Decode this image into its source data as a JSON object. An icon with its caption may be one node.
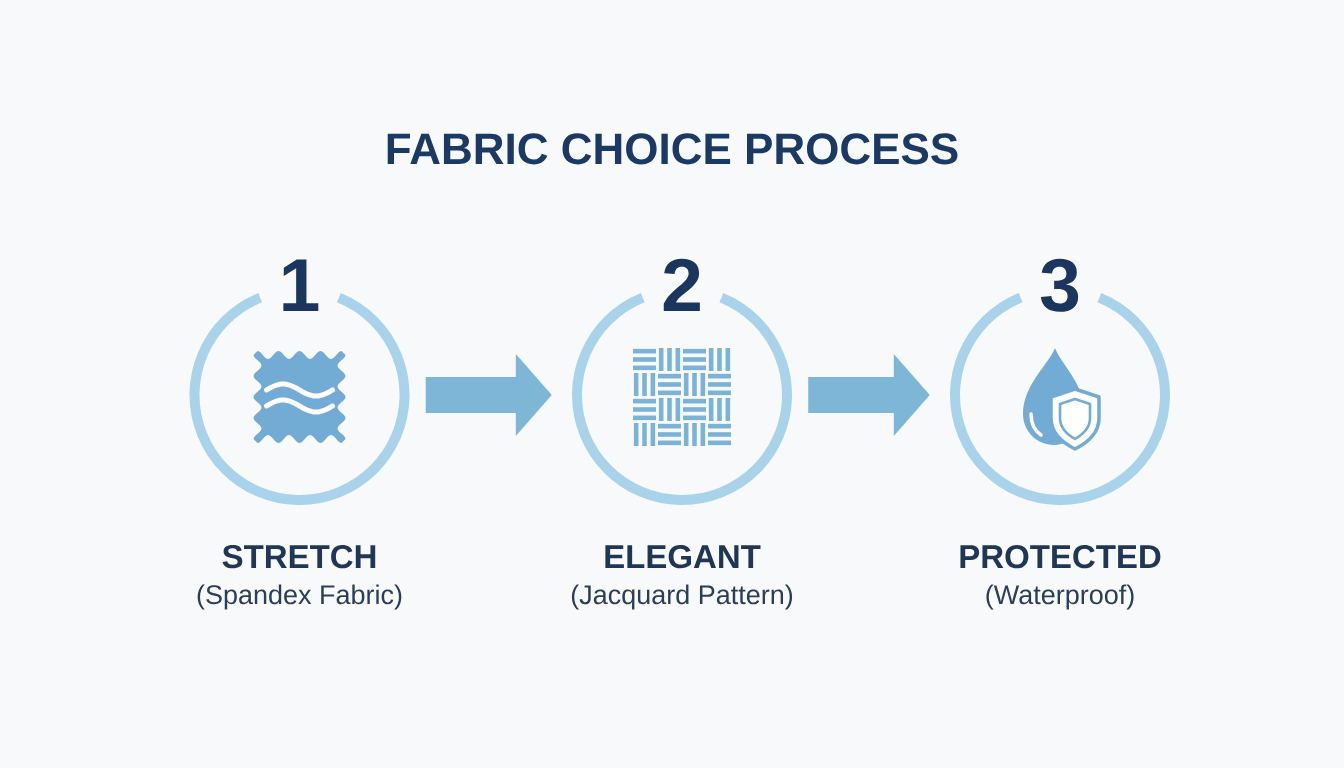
{
  "diagram": {
    "title": "FABRIC CHOICE PROCESS",
    "nodes": [
      {
        "text": [
          "1",
          "STRETCH",
          "(Spandex Fabric)"
        ]
      },
      {
        "text": [
          "2",
          "ELEGANT",
          "(Jacquard Pattern)"
        ]
      },
      {
        "text": [
          "3",
          "PROTECTED",
          "(Waterproof)"
        ]
      }
    ],
    "edges": [
      {
        "from": 0,
        "to": 1,
        "arrow": "to"
      },
      {
        "from": 1,
        "to": 2,
        "arrow": "to"
      }
    ]
  }
}
